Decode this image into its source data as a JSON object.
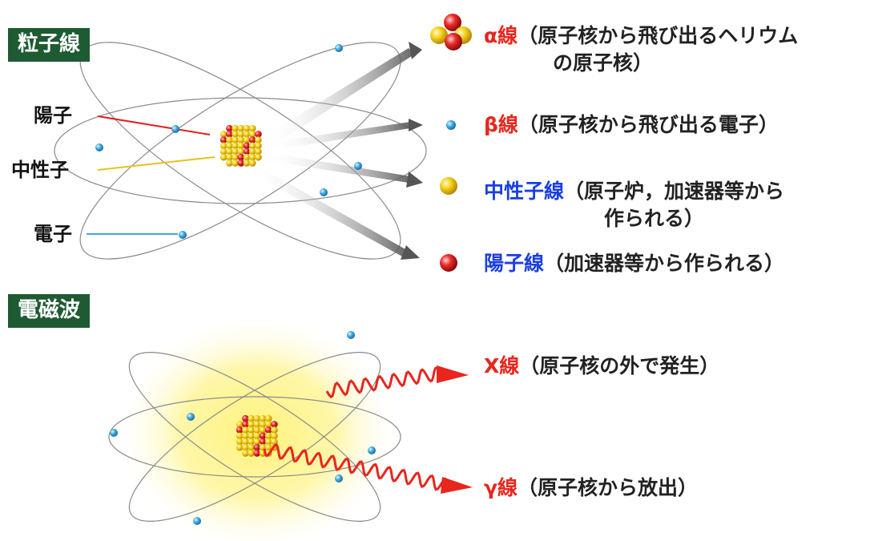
{
  "sections": {
    "particle": "粒子線",
    "wave": "電磁波"
  },
  "parts": {
    "proton": "陽子",
    "neutron": "中性子",
    "electron": "電子"
  },
  "rays": {
    "alpha": {
      "name": "α線",
      "desc_line1": "（原子核から飛び出るヘリウム",
      "desc_line2": "の原子核）"
    },
    "beta": {
      "name": "β線",
      "desc": "（原子核から飛び出る電子）"
    },
    "neutron": {
      "name": "中性子線",
      "desc_line1": "（原子炉，加速器等から",
      "desc_line2": "作られる）"
    },
    "proton": {
      "name": "陽子線",
      "desc": "（加速器等から作られる）"
    },
    "xray": {
      "name": "X線",
      "desc": "（原子核の外で発生）"
    },
    "gamma": {
      "name": "γ線",
      "desc": "（原子核から放出）"
    }
  },
  "colors": {
    "badge_bg": "#1e5a32",
    "particle_label_red": "#e8261d",
    "particle_label_blue": "#1a3fe0",
    "electron": "#3fa9e0",
    "proton": "#e02020",
    "neutron": "#e8c21a",
    "glow": "#fff27a",
    "orbit": "#8a8a8a"
  }
}
